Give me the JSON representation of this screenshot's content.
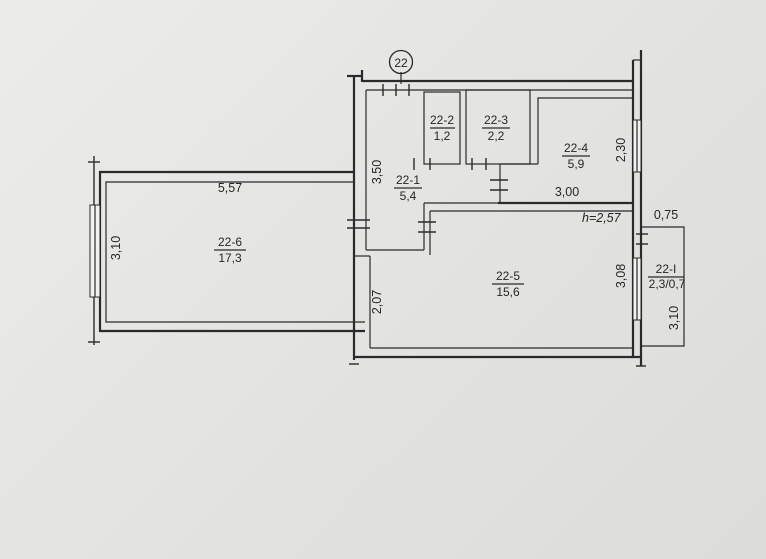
{
  "plan": {
    "marker": "22",
    "height_note": "h=2,57",
    "rooms": [
      {
        "id": "r1",
        "name": "22-1",
        "area": "5,4"
      },
      {
        "id": "r2",
        "name": "22-2",
        "area": "1,2"
      },
      {
        "id": "r3",
        "name": "22-3",
        "area": "2,2"
      },
      {
        "id": "r4",
        "name": "22-4",
        "area": "5,9"
      },
      {
        "id": "r5",
        "name": "22-5",
        "area": "15,6"
      },
      {
        "id": "r6",
        "name": "22-6",
        "area": "17,3"
      },
      {
        "id": "rI",
        "name": "22-I",
        "area": "2,3/0,7"
      }
    ],
    "dimensions": {
      "d557": "5,57",
      "d310_left": "3,10",
      "d350": "3,50",
      "d230": "2,30",
      "d300": "3,00",
      "d075": "0,75",
      "d308": "3,08",
      "d207": "2,07",
      "d310_right": "3,10"
    }
  }
}
